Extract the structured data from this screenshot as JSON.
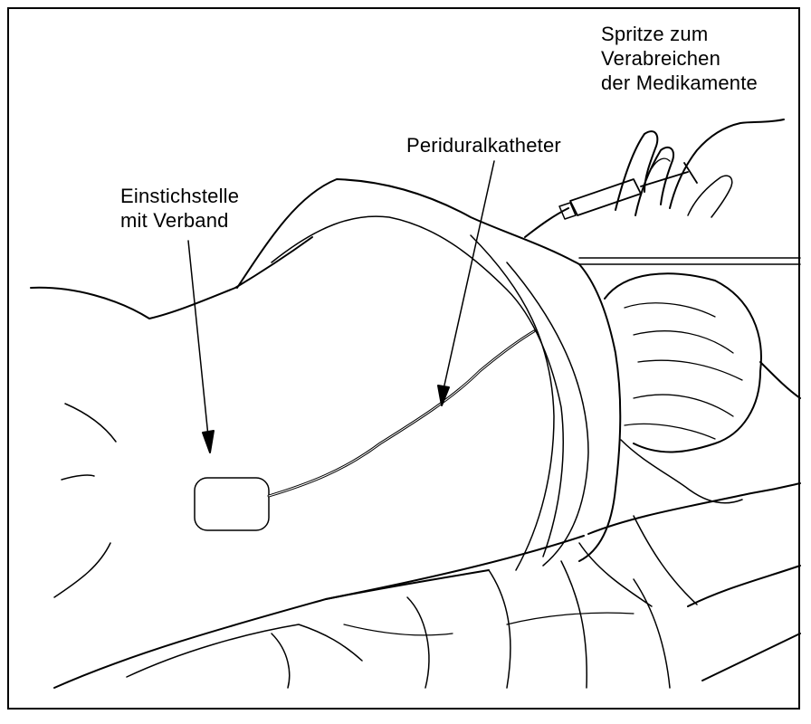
{
  "labels": {
    "syringe": [
      "Spritze zum",
      "Verabreichen",
      "der Medikamente"
    ],
    "catheter": "Periduralkatheter",
    "site": [
      "Einstichstelle",
      "mit Verband"
    ]
  },
  "colors": {
    "ink": "#000000",
    "background": "#ffffff"
  }
}
